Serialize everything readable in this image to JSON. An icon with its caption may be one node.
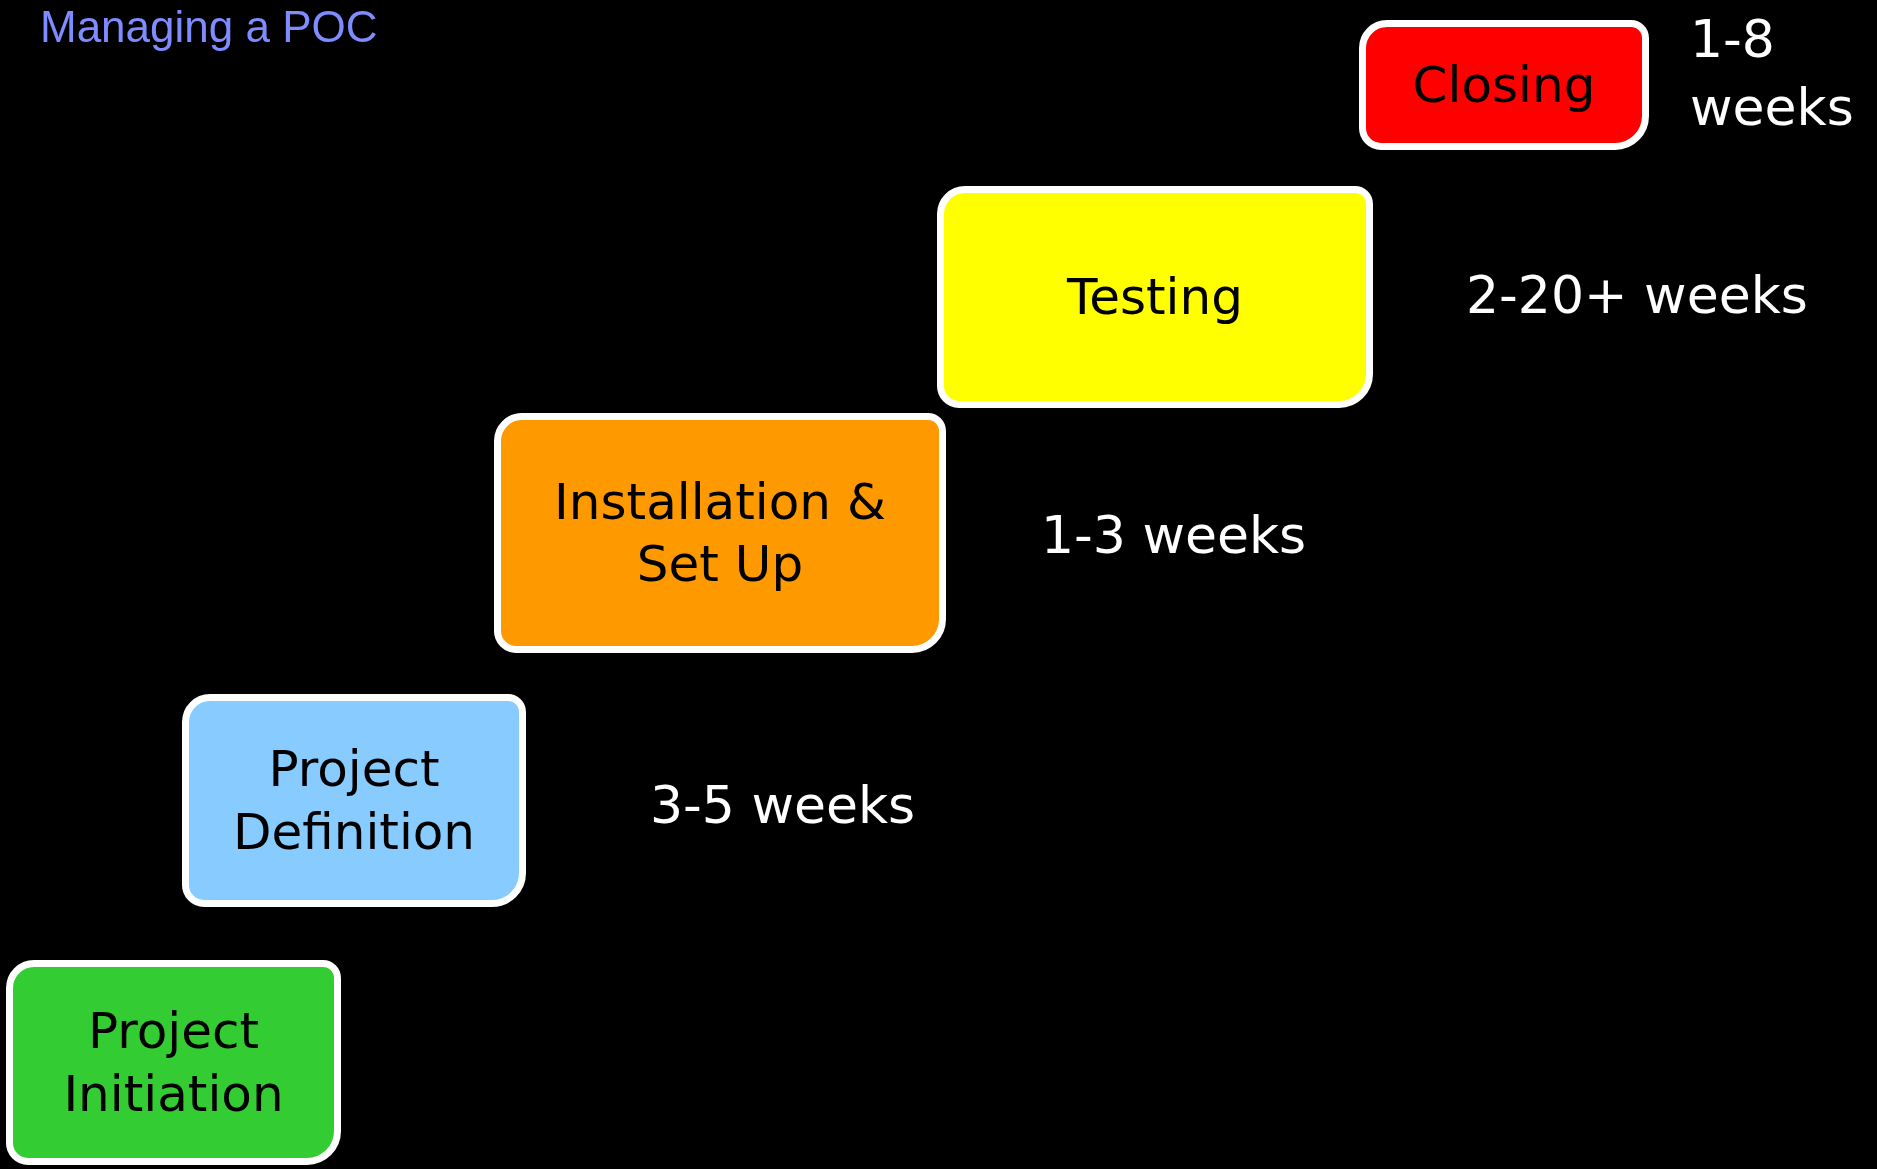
{
  "diagram": {
    "title": "Managing a POC",
    "nodes": [
      {
        "text": [
          "Closing"
        ],
        "beside": [
          "1-8 weeks"
        ]
      },
      {
        "text": [
          "Testing"
        ],
        "beside": [
          "2-20+ weeks"
        ]
      },
      {
        "text": [
          "Installation & Set Up"
        ],
        "beside": [
          "1-3 weeks"
        ]
      },
      {
        "text": [
          "Project Definition"
        ],
        "beside": [
          "3-5 weeks"
        ]
      },
      {
        "text": [
          "Project Initiation"
        ]
      }
    ],
    "edges": []
  }
}
